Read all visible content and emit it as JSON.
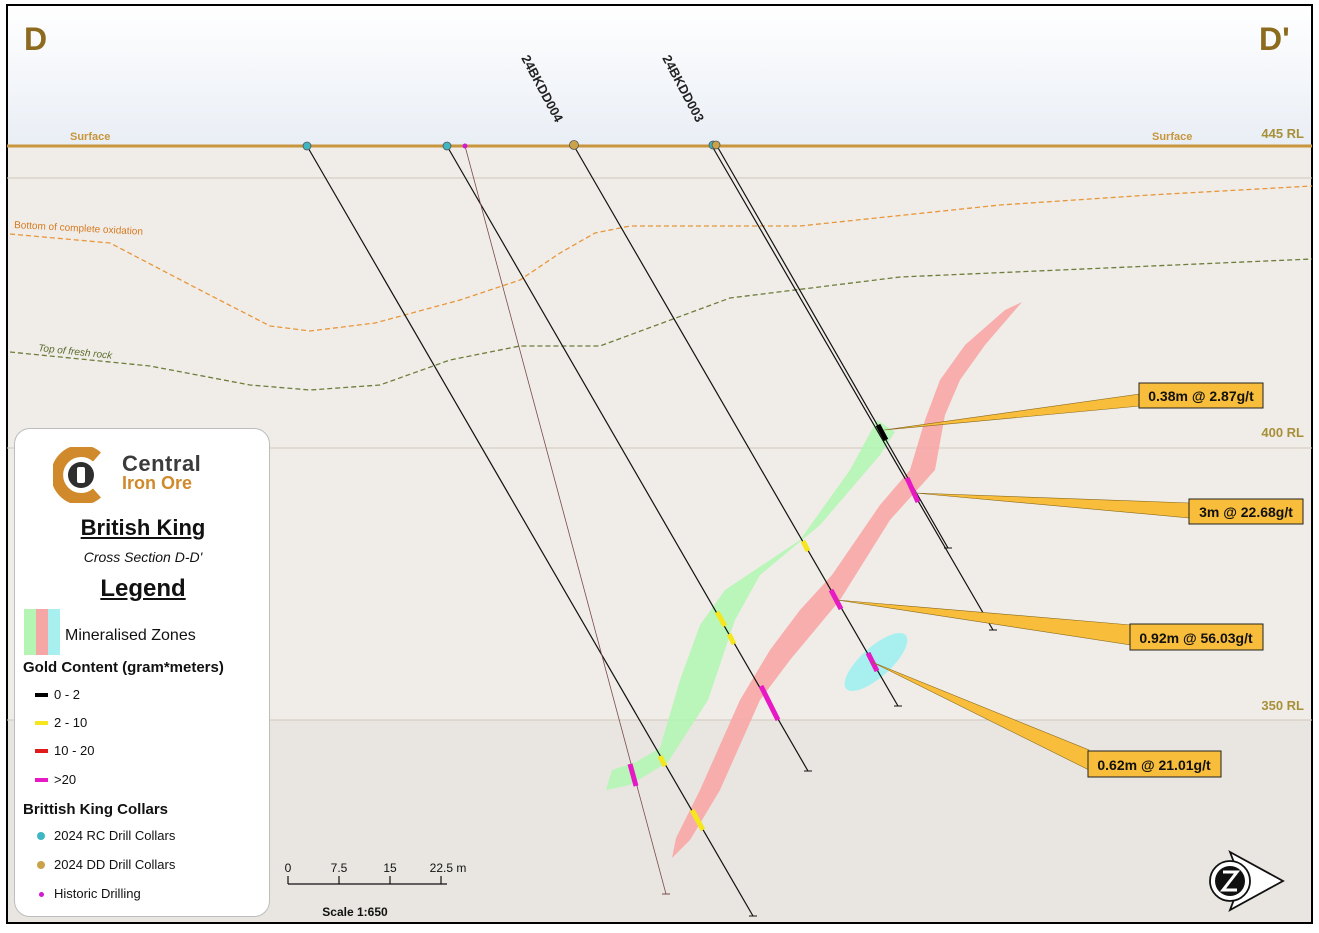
{
  "section_labels": {
    "left": "D",
    "right": "D'"
  },
  "surface": {
    "left_label": "Surface",
    "right_label": "Surface"
  },
  "rl_labels": [
    "445 RL",
    "400 RL",
    "350 RL"
  ],
  "horizons": {
    "oxidation": "Bottom of complete oxidation",
    "fresh_rock": "Top of fresh rock"
  },
  "holes": {
    "dd004": "24BKDD004",
    "dd003": "24BKDD003"
  },
  "intercepts": [
    {
      "label": "0.38m @ 2.87g/t"
    },
    {
      "label": "3m @ 22.68g/t"
    },
    {
      "label": "0.92m @ 56.03g/t"
    },
    {
      "label": "0.62m @ 21.01g/t"
    }
  ],
  "logo": {
    "line1": "Central",
    "line2": "Iron Ore"
  },
  "legend": {
    "title": "British King",
    "subtitle": "Cross Section D-D'",
    "heading": "Legend",
    "zones_label": "Mineralised Zones",
    "gold_heading": "Gold Content (gram*meters)",
    "gold_items": [
      {
        "label": "0 - 2",
        "color": "#000000"
      },
      {
        "label": "2 - 10",
        "color": "#f5e61e"
      },
      {
        "label": "10 - 20",
        "color": "#e01b1b"
      },
      {
        "label": ">20",
        "color": "#e619c4"
      }
    ],
    "collars_heading": "Brittish King Collars",
    "collar_items": [
      {
        "label": "2024 RC Drill Collars",
        "color": "#3fb7c2"
      },
      {
        "label": "2024 DD Drill Collars",
        "color": "#c9a24a"
      },
      {
        "label": "Historic Drilling",
        "color": "#d11bd0"
      }
    ]
  },
  "scale_bar": {
    "ticks": [
      "0",
      "7.5",
      "15",
      "22.5 m"
    ],
    "label": "Scale 1:650"
  },
  "colors": {
    "surface": "#c8963c",
    "rl_text": "#a8903a",
    "zone_green": "#b4f5b4",
    "zone_red": "#f7a6a6",
    "zone_cyan": "#a8f0f0",
    "callout": "#f8bd3a"
  }
}
